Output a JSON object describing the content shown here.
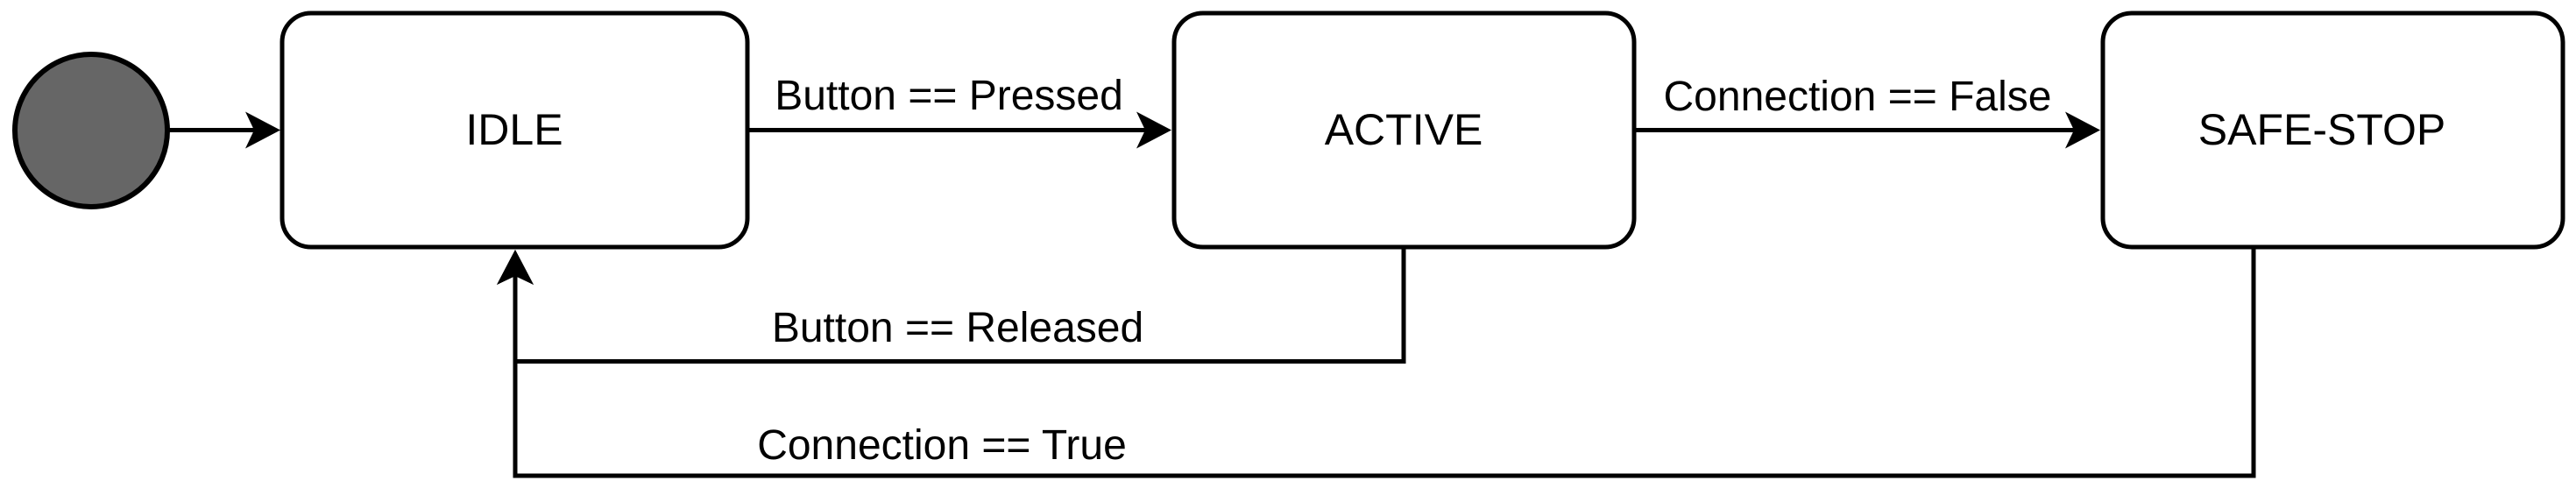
{
  "diagram": {
    "type": "state-machine",
    "colors": {
      "background": "#ffffff",
      "stroke": "#000000",
      "state_fill": "#ffffff",
      "initial_state_fill": "#666666",
      "text": "#000000"
    },
    "initial_state": {
      "shape": "filled-circle"
    },
    "states": [
      {
        "label": "IDLE"
      },
      {
        "label": "ACTIVE"
      },
      {
        "label": "SAFE-STOP"
      }
    ],
    "transitions": [
      {
        "from": "initial",
        "to": "IDLE",
        "label": ""
      },
      {
        "from": "IDLE",
        "to": "ACTIVE",
        "label": "Button == Pressed"
      },
      {
        "from": "ACTIVE",
        "to": "SAFE-STOP",
        "label": "Connection == False"
      },
      {
        "from": "ACTIVE",
        "to": "IDLE",
        "label": "Button == Released"
      },
      {
        "from": "SAFE-STOP",
        "to": "IDLE",
        "label": "Connection == True"
      }
    ]
  }
}
